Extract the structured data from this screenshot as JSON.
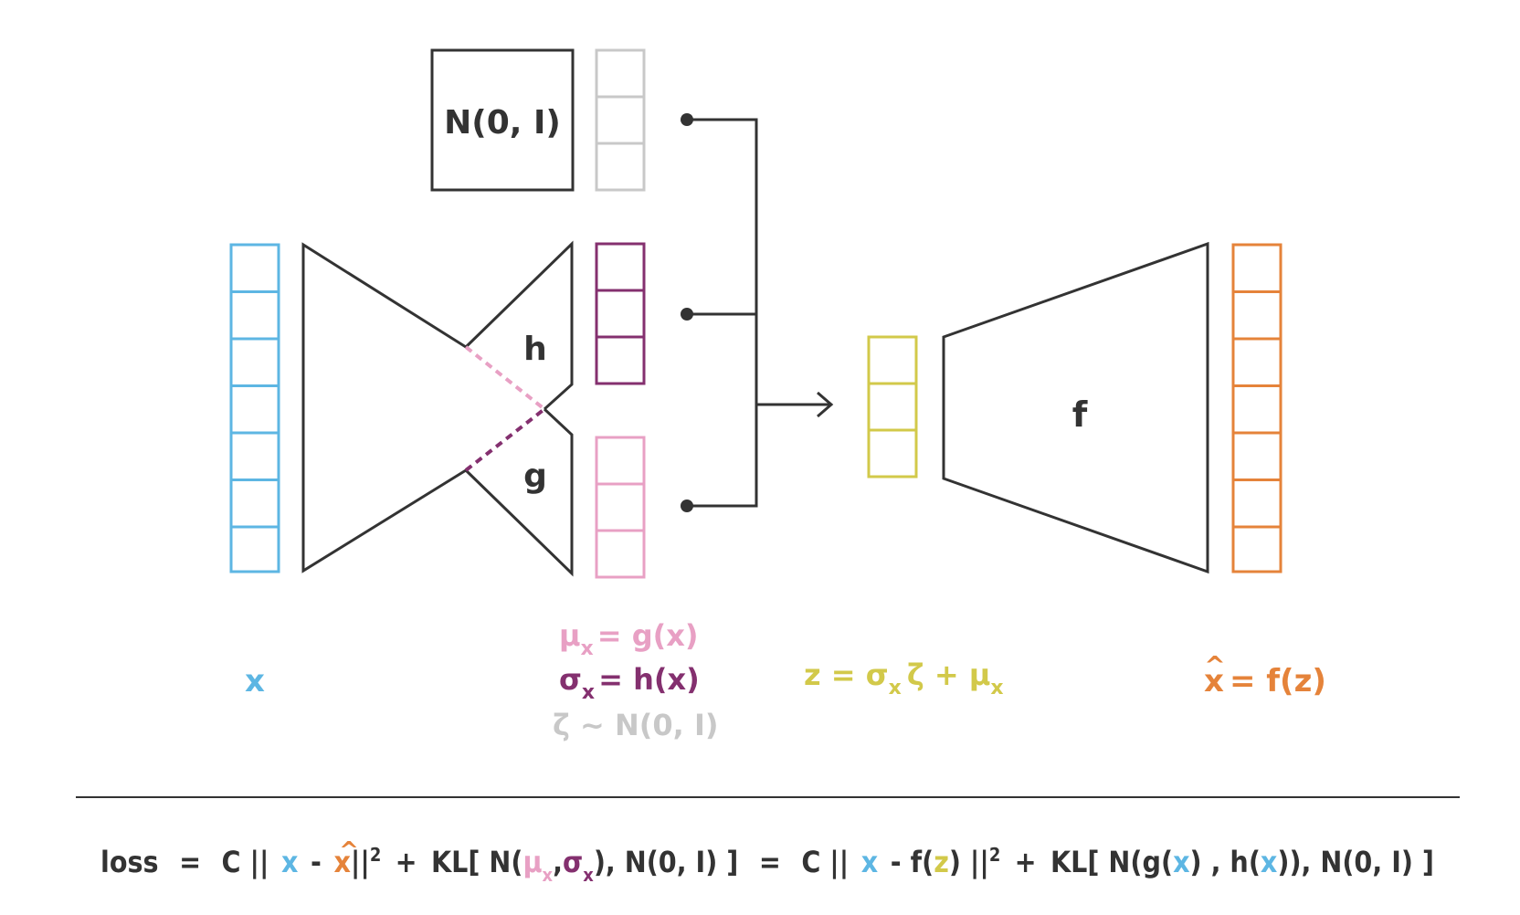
{
  "colors": {
    "dark": "#333333",
    "blue": "#5db6e3",
    "purple": "#84306f",
    "pink": "#e8a0c4",
    "gray": "#c8c8c8",
    "yellow": "#d2c94a",
    "orange": "#e5833a"
  },
  "labels": {
    "noise_box": "N(0, I)",
    "h": "h",
    "g": "g",
    "f": "f",
    "x": "x",
    "mu_sym": "μ",
    "sub_x": "x",
    "mu_rhs": "= g(x)",
    "sigma_sym": "σ",
    "sigma_rhs": "= h(x)",
    "zeta_line": "ζ ~ N(0, I)",
    "z_lhs": "z = σ",
    "z_mid": "ζ + μ",
    "xhat_x": "x",
    "hat": "^",
    "xhat_rhs": "= f(z)"
  },
  "loss": {
    "t_loss": "loss",
    "t_eq1": "=",
    "t_C1": "C ||",
    "t_x1": "x",
    "t_minus1": "-",
    "t_xhat": "x",
    "t_hat": "^",
    "t_norm1": "||",
    "t_sq1": "2",
    "t_plus1": "+",
    "t_kl1": "KL[ N(",
    "t_mu": "μ",
    "t_sub1": "x",
    "t_comma1": ",",
    "t_sigma": "σ",
    "t_sub2": "x",
    "t_close1": "), N(0, I) ]",
    "t_eq2": "=",
    "t_C2": "C ||",
    "t_x2": "x",
    "t_minus2": "- f(",
    "t_z": "z",
    "t_close_f": ") ||",
    "t_sq2": "2",
    "t_plus2": "+",
    "t_kl2": "KL[ N(g(",
    "t_x3": "x",
    "t_mid": ") , h(",
    "t_x4": "x",
    "t_close2": ")), N(0, I) ]"
  }
}
